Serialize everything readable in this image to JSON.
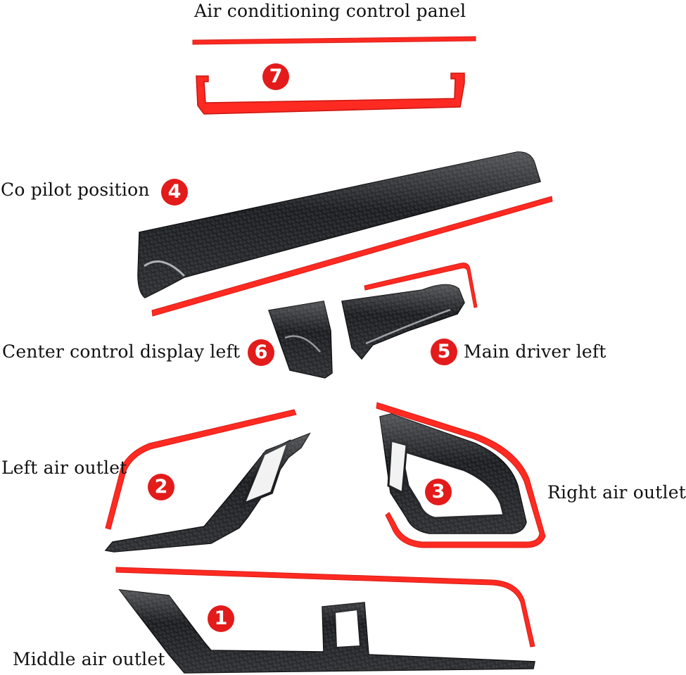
{
  "labels": {
    "air_conditioning": "Air conditioning control panel",
    "co_pilot": "Co pilot position",
    "center_display": "Center control display left",
    "main_driver": "Main driver left",
    "left_outlet": "Left air outlet",
    "right_outlet": "Right air outlet",
    "middle_outlet": "Middle air outlet"
  },
  "badges": {
    "n1": "1",
    "n2": "2",
    "n3": "3",
    "n4": "4",
    "n5": "5",
    "n6": "6",
    "n7": "7"
  },
  "colors": {
    "trim_red": "#ff2a22",
    "badge_red": "#e31b1b",
    "carbon_dark": "#1b1d20"
  }
}
